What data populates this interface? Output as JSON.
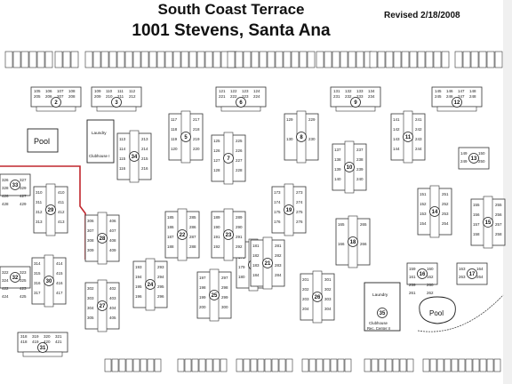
{
  "header": {
    "title": "South Coast Terrace",
    "subtitle": "1001 Stevens, Santa Ana",
    "revised": "Revised 2/18/2008"
  },
  "amenities": {
    "pool": "Pool",
    "laundry": "Laundry",
    "clubhouse_1": "Clubhouse I",
    "clubhouse_2": "Clubhouse",
    "rec_center": "Rec. Center II"
  },
  "buildings": [
    {
      "id": "2",
      "units": [
        "105",
        "106",
        "107",
        "108",
        "205",
        "206",
        "207",
        "208"
      ]
    },
    {
      "id": "3",
      "units": [
        "109",
        "110",
        "111",
        "112",
        "209",
        "210",
        "211",
        "212"
      ]
    },
    {
      "id": "6",
      "units": [
        "121",
        "122",
        "123",
        "124",
        "221",
        "222",
        "223",
        "224"
      ]
    },
    {
      "id": "9",
      "units": [
        "131",
        "132",
        "133",
        "134",
        "231",
        "232",
        "233",
        "234"
      ]
    },
    {
      "id": "12",
      "units": [
        "145",
        "146",
        "147",
        "148",
        "245",
        "246",
        "247",
        "248"
      ]
    },
    {
      "id": "5",
      "units": [
        "117",
        "118",
        "119",
        "120",
        "217",
        "218",
        "219",
        "220"
      ]
    },
    {
      "id": "7",
      "units": [
        "125",
        "126",
        "127",
        "128",
        "225",
        "226",
        "227",
        "228"
      ]
    },
    {
      "id": "8",
      "units": [
        "129",
        "130",
        "229",
        "230"
      ]
    },
    {
      "id": "10",
      "units": [
        "137",
        "138",
        "139",
        "140",
        "237",
        "238",
        "239",
        "240"
      ]
    },
    {
      "id": "11",
      "units": [
        "141",
        "142",
        "143",
        "144",
        "241",
        "242",
        "243",
        "244"
      ]
    },
    {
      "id": "13",
      "units": [
        "149",
        "150",
        "249",
        "250"
      ]
    },
    {
      "id": "14",
      "units": [
        "151",
        "152",
        "153",
        "154",
        "251",
        "252",
        "253",
        "254"
      ]
    },
    {
      "id": "15",
      "units": [
        "155",
        "156",
        "157",
        "158",
        "255",
        "256",
        "257",
        "258"
      ]
    },
    {
      "id": "16",
      "units": [
        "159",
        "160",
        "161",
        "162",
        "259",
        "260",
        "261",
        "262"
      ]
    },
    {
      "id": "17",
      "units": [
        "163",
        "164",
        "263",
        "264"
      ]
    },
    {
      "id": "18",
      "units": [
        "165",
        "166",
        "265",
        "266"
      ]
    },
    {
      "id": "19",
      "units": [
        "173",
        "174",
        "175",
        "176",
        "273",
        "274",
        "275",
        "276"
      ]
    },
    {
      "id": "20",
      "units": [
        "177",
        "178",
        "179",
        "180",
        "277",
        "278",
        "279",
        "280"
      ]
    },
    {
      "id": "21",
      "units": [
        "181",
        "182",
        "183",
        "184",
        "281",
        "282",
        "283",
        "284"
      ]
    },
    {
      "id": "22",
      "units": [
        "185",
        "186",
        "187",
        "188",
        "285",
        "286",
        "287",
        "288"
      ]
    },
    {
      "id": "23",
      "units": [
        "189",
        "190",
        "191",
        "192",
        "289",
        "290",
        "291",
        "292"
      ]
    },
    {
      "id": "24",
      "units": [
        "193",
        "194",
        "195",
        "196",
        "293",
        "294",
        "295",
        "296"
      ]
    },
    {
      "id": "25",
      "units": [
        "197",
        "198",
        "199",
        "200",
        "297",
        "298",
        "299",
        "300"
      ]
    },
    {
      "id": "26",
      "units": [
        "201",
        "202",
        "203",
        "204",
        "301",
        "302",
        "303",
        "304"
      ]
    },
    {
      "id": "27",
      "units": [
        "302",
        "303",
        "304",
        "305",
        "402",
        "403",
        "404",
        "405"
      ]
    },
    {
      "id": "28",
      "units": [
        "306",
        "307",
        "308",
        "309",
        "406",
        "407",
        "408",
        "409"
      ]
    },
    {
      "id": "29",
      "units": [
        "310",
        "311",
        "312",
        "313",
        "410",
        "411",
        "412",
        "413"
      ]
    },
    {
      "id": "30",
      "units": [
        "314",
        "315",
        "316",
        "317",
        "414",
        "415",
        "416",
        "417"
      ]
    },
    {
      "id": "31",
      "units": [
        "318",
        "319",
        "320",
        "321",
        "418",
        "419",
        "420",
        "421"
      ]
    },
    {
      "id": "32",
      "units": [
        "322",
        "323",
        "324",
        "325",
        "422",
        "423",
        "424",
        "425"
      ]
    },
    {
      "id": "33",
      "units": [
        "326",
        "327",
        "328",
        "329",
        "426",
        "427",
        "428",
        "429"
      ]
    },
    {
      "id": "34",
      "units": [
        "113",
        "114",
        "115",
        "116",
        "213",
        "214",
        "215",
        "216"
      ]
    },
    {
      "id": "35",
      "units": []
    }
  ]
}
